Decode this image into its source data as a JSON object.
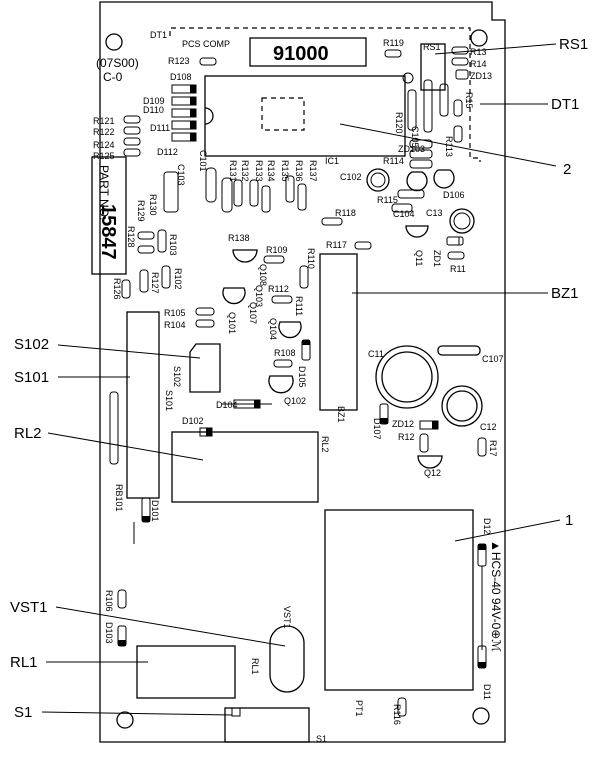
{
  "board": {
    "code": "91000",
    "model_lines": [
      "(07S00)",
      "C-0"
    ],
    "part_no_label": "PART NO.",
    "part_no_value": "15847",
    "pcs_comp": "PCS COMP",
    "dt1_top": "DT1",
    "ic1": "IC1",
    "marking_hcs": "▲HCS-40 94V-0⊕ℳ"
  },
  "callouts": {
    "rs1": "RS1",
    "dt1": "DT1",
    "ic_num": "2",
    "bz1": "BZ1",
    "s102": "S102",
    "s101": "S101",
    "rl2": "RL2",
    "pt_num": "1",
    "vst1": "VST1",
    "rl1": "RL1",
    "s1": "S1"
  },
  "components": {
    "r123": "R123",
    "rs1_small": "RS1",
    "r119": "R119",
    "r13": "R13",
    "r14": "R14",
    "zd13": "ZD13",
    "r15": "R15",
    "r120": "R120",
    "c105": "C105",
    "r113": "R113",
    "zd103": "ZD103",
    "r114": "R114",
    "c102": "C102",
    "d106": "D106",
    "r115": "R115",
    "c104": "C104",
    "c13": "C13",
    "d108": "D108",
    "d109": "D109",
    "d110": "D110",
    "d111": "D111",
    "d112": "D112",
    "r121": "R121",
    "r122": "R122",
    "r124": "R124",
    "r125": "R125",
    "c103": "C103",
    "c101": "C101",
    "r131": "R131",
    "r132": "R132",
    "r133": "R133",
    "r134": "R134",
    "r135": "R135",
    "r136": "R136",
    "r137": "R137",
    "r130": "R130",
    "r129": "R129",
    "r128": "R128",
    "r103": "R103",
    "r138": "R138",
    "r109": "R109",
    "r110": "R110",
    "r117": "R117",
    "r118": "R118",
    "zd1": "ZD1",
    "q11": "Q11",
    "r11": "R11",
    "q108": "Q108",
    "r102": "R102",
    "r127": "R127",
    "r126": "R126",
    "q103": "Q103",
    "r112": "R112",
    "r111": "R111",
    "r105": "R105",
    "r104": "R104",
    "q101": "Q101",
    "q104": "Q104",
    "q107": "Q107",
    "r108": "R108",
    "d105": "D105",
    "d104": "D104",
    "q102": "Q102",
    "s102_pcb": "S102",
    "s101_pcb": "S101",
    "c11": "C11",
    "c107": "C107",
    "c12": "C12",
    "zd12": "ZD12",
    "r12": "R12",
    "d107": "D107",
    "q12": "Q12",
    "r17": "R17",
    "bz1_pcb": "BZ1",
    "d102": "D102",
    "rl2_pcb": "RL2",
    "rb101": "RB101",
    "d101": "D101",
    "d12": "D12",
    "r106": "R106",
    "d103": "D103",
    "vst1_pcb": "VST1",
    "rl1_pcb": "RL1",
    "pt1": "PT1",
    "d11": "D11",
    "r116": "R116",
    "s1_pcb": "S1"
  }
}
